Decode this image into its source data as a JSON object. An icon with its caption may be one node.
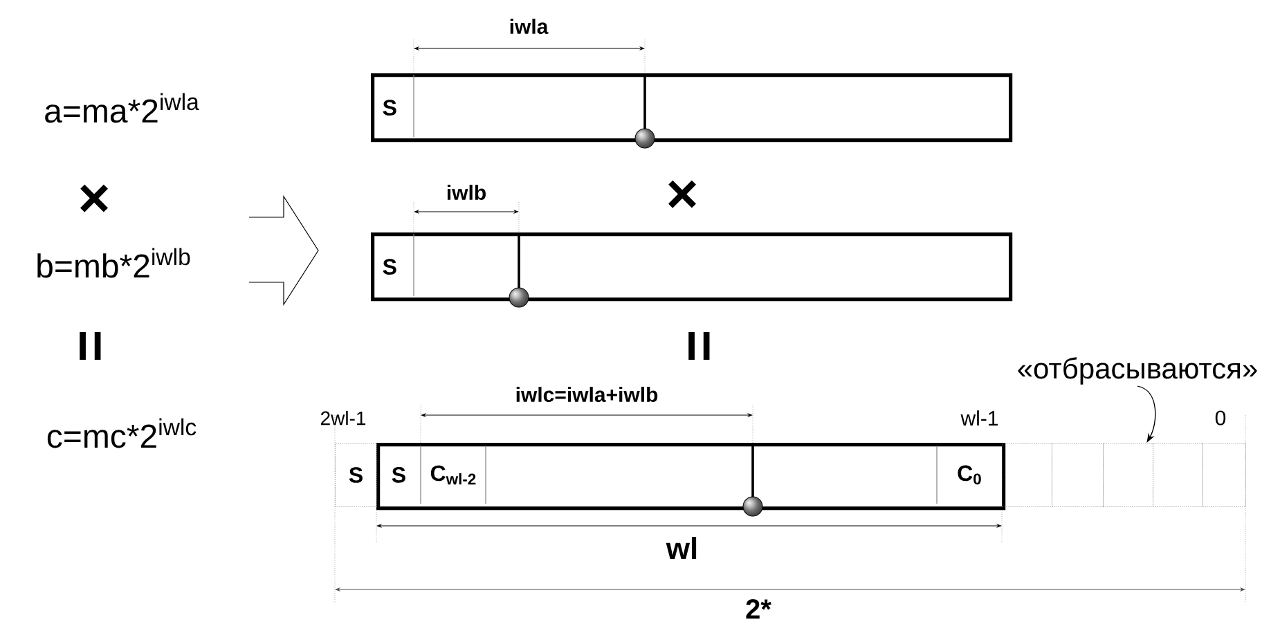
{
  "diagram": {
    "nodes": [
      {
        "text": [
          "S"
        ]
      },
      {
        "text": [
          "S"
        ]
      },
      {
        "text": [],
        "shape": "box"
      },
      {
        "text": [
          "S"
        ],
        "in": 2
      },
      {
        "text": [
          "C$_{wl-2}$"
        ],
        "in": 2
      },
      {
        "text": [
          "C$_{0}$"
        ],
        "in": 2
      },
      {
        "text": [
          "S"
        ]
      },
      {
        "text": [],
        "shape": "box"
      },
      {
        "text": [],
        "shape": "box"
      },
      {
        "text": [],
        "shape": "box"
      },
      {
        "text": [],
        "shape": "box"
      },
      {
        "text": [],
        "shape": "box"
      },
      {
        "text": [
          "«отбрасываются»"
        ]
      }
    ],
    "edges": [
      {
        "from": 12,
        "to": 9,
        "arrow": "to"
      }
    ],
    "labels": [
      "a=ma*2$^{iwla}$",
      "×",
      "b=mb*2$^{iwlb}$",
      "=",
      "c=mc*2$^{iwlc}$",
      "iwla",
      "iwlb",
      "×",
      "=",
      "2wl-1",
      "iwlc=iwla+iwlb",
      "wl-1",
      "0",
      "wl",
      "2*"
    ]
  }
}
